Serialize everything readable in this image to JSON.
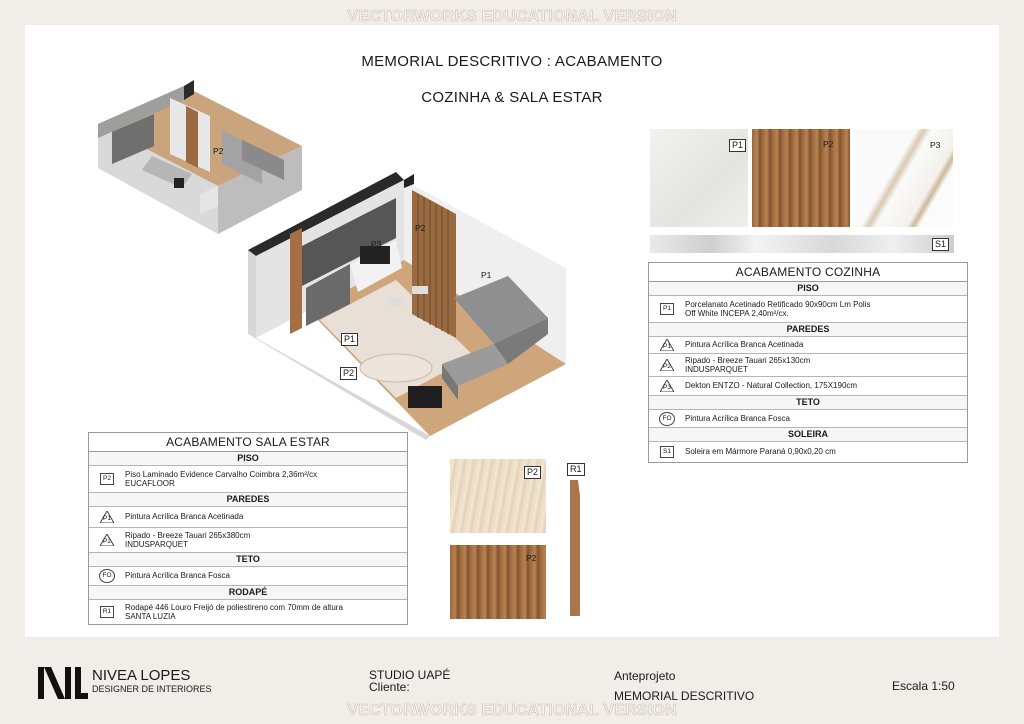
{
  "watermark": "VECTORWORKS EDUCATIONAL VERSION",
  "title": "MEMORIAL DESCRITIVO : ACABAMENTO",
  "subtitle": "COZINHA  & SALA ESTAR",
  "colors": {
    "wood": "#a8764a",
    "wood_dark": "#7a5233",
    "sheet": "#ffffff",
    "background": "#f1ede9"
  },
  "plan_labels": {
    "top_p2": "P2",
    "main_p2": "P2",
    "main_p3": "P3",
    "main_p1_wall": "P1",
    "main_p1_floor": "P1",
    "main_p2_floor": "P2"
  },
  "swatch_labels": {
    "p1": "P1",
    "p2": "P2",
    "p3": "P3",
    "s1": "S1",
    "floor_p2": "P2",
    "slat_p2": "P2",
    "r1": "R1"
  },
  "kitchen": {
    "title": "ACABAMENTO COZINHA",
    "sections": {
      "piso": "PISO",
      "paredes": "PAREDES",
      "teto": "TETO",
      "soleira": "SOLEIRA"
    },
    "rows": {
      "p1": {
        "code": "P1",
        "desc": "Porcelanato Acetinado Retificado 90x90cm Lm Polis\nOff White INCEPA 2,40m²/cx."
      },
      "wall_p1": {
        "code": "P1",
        "desc": "Pintura Acrílica Branca Acetinada"
      },
      "wall_p2": {
        "code": "P2",
        "desc": "Ripado  - Breeze Tauari 265x130cm\nINDUSPARQUET"
      },
      "wall_p3": {
        "code": "P3",
        "desc": "Dekton ENTZO - Natural Collection, 175X190cm"
      },
      "fo": {
        "code": "FO",
        "desc": "Pintura Acrílica Branca Fosca"
      },
      "s1": {
        "code": "S1",
        "desc": "Soleira em Mármore Paraná 0,90x0,20 cm"
      }
    }
  },
  "living": {
    "title": "ACABAMENTO SALA ESTAR",
    "sections": {
      "piso": "PISO",
      "paredes": "PAREDES",
      "teto": "TETO",
      "rodape": "RODAPÉ"
    },
    "rows": {
      "p2": {
        "code": "P2",
        "desc": "Piso Laminado Evidence Carvalho Coimbra 2,36m²/cx\nEUCAFLOOR"
      },
      "wall_p1": {
        "code": "P1",
        "desc": "Pintura Acrílica Branca Acetinada"
      },
      "wall_p2": {
        "code": "P2",
        "desc": "Ripado  - Breeze Tauari 265x380cm\nINDUSPARQUET"
      },
      "fo": {
        "code": "FO",
        "desc": "Pintura Acrílica Branca Fosca"
      },
      "r1": {
        "code": "R1",
        "desc": "Rodapé 446 Louro Freijó de poliestireno com 70mm de altura\nSANTA LUZIA"
      }
    }
  },
  "footer": {
    "logo_mark": "NL",
    "designer_name": "NIVEA LOPES",
    "designer_role": "DESIGNER DE INTERIORES",
    "studio": "STUDIO UAPÉ",
    "client_label": "Cliente:",
    "phase": "Anteprojeto",
    "doc_title": "MEMORIAL DESCRITIVO",
    "scale": "Escala 1:50"
  }
}
